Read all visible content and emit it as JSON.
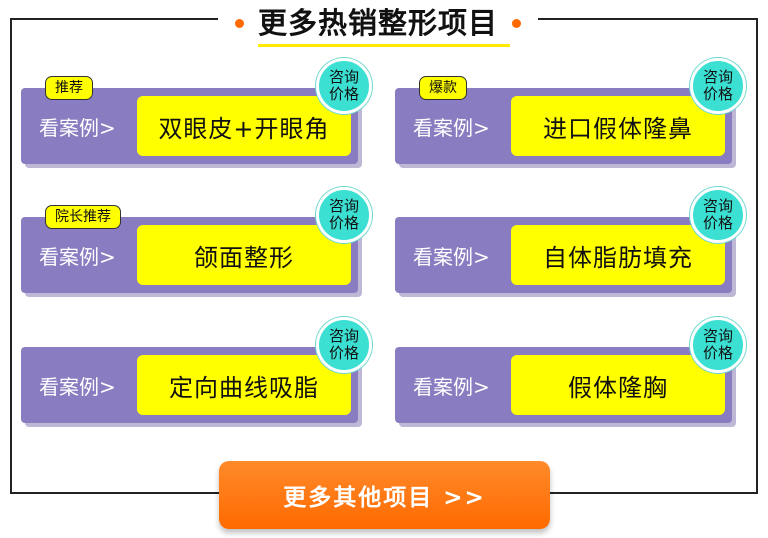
{
  "header": {
    "title": "更多热销整形项目"
  },
  "common": {
    "see_cases": "看案例>",
    "consult_line1": "咨询",
    "consult_line2": "价格"
  },
  "cards": [
    {
      "tag": "推荐",
      "name": "双眼皮+开眼角"
    },
    {
      "tag": "爆款",
      "name": "进口假体隆鼻"
    },
    {
      "tag": "院长推荐",
      "name": "颌面整形"
    },
    {
      "tag": "",
      "name": "自体脂肪填充"
    },
    {
      "tag": "",
      "name": "定向曲线吸脂"
    },
    {
      "tag": "",
      "name": "假体隆胸"
    }
  ],
  "footer": {
    "more_button": "更多其他项目 >>"
  },
  "colors": {
    "accent": "#ff6a00",
    "card": "#8a7cc0",
    "highlight": "#ffff00",
    "badge": "#3be0d2"
  }
}
